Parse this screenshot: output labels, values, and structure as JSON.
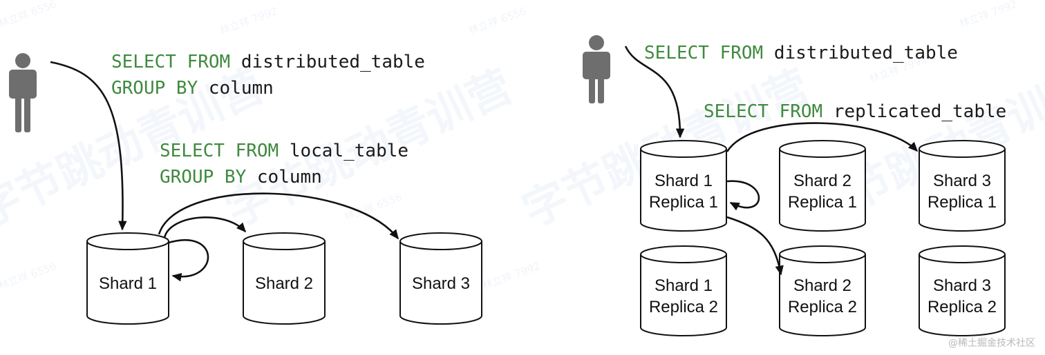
{
  "left_panel": {
    "query_outer": {
      "line1": {
        "keyword": "SELECT FROM",
        "value": "distributed_table"
      },
      "line2": {
        "keyword": "GROUP BY",
        "value": "column"
      }
    },
    "query_inner": {
      "line1": {
        "keyword": "SELECT FROM",
        "value": "local_table"
      },
      "line2": {
        "keyword": "GROUP BY",
        "value": "column"
      }
    },
    "shards": [
      {
        "line1": "Shard 1"
      },
      {
        "line1": "Shard 2"
      },
      {
        "line1": "Shard 3"
      }
    ]
  },
  "right_panel": {
    "query_outer": {
      "keyword": "SELECT FROM",
      "value": "distributed_table"
    },
    "query_inner": {
      "keyword": "SELECT FROM",
      "value": "replicated_table"
    },
    "replicas": [
      {
        "line1": "Shard 1",
        "line2": "Replica 1"
      },
      {
        "line1": "Shard 2",
        "line2": "Replica 1"
      },
      {
        "line1": "Shard 3",
        "line2": "Replica 1"
      },
      {
        "line1": "Shard 1",
        "line2": "Replica 2"
      },
      {
        "line1": "Shard 2",
        "line2": "Replica 2"
      },
      {
        "line1": "Shard 3",
        "line2": "Replica 2"
      }
    ]
  },
  "watermark": {
    "text": "字节跳动青训营",
    "tag": "林立祥 6556",
    "tag2": "林立祥 7992"
  },
  "credit": "@稀土掘金技术社区",
  "colors": {
    "keyword": "#3f8a3f",
    "text": "#1a1a1a",
    "person": "#6e6e6e"
  }
}
